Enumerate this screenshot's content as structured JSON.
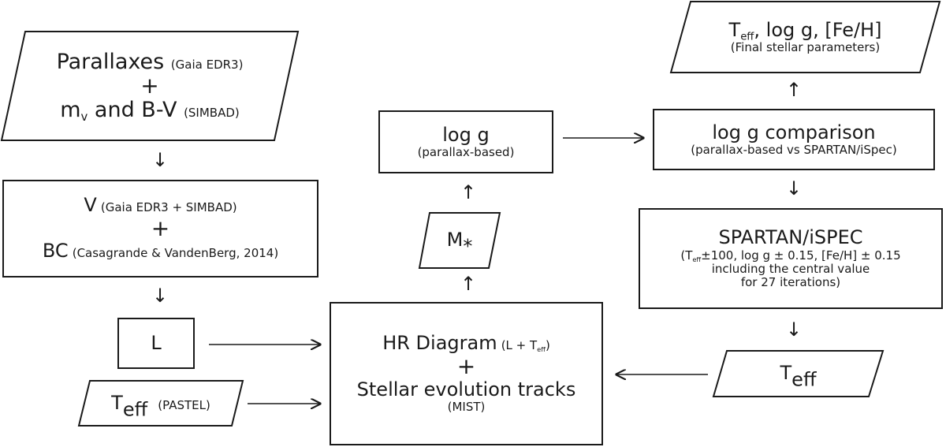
{
  "nodes": {
    "parallaxes": {
      "title": "Parallaxes",
      "source": "(Gaia EDR3)",
      "plus": "+",
      "mv_main": "m",
      "mv_sub": "v",
      "mv_rest": " and B-V",
      "mv_source": "(SIMBAD)"
    },
    "v_bc": {
      "v_label": "V",
      "v_source": "(Gaia EDR3 + SIMBAD)",
      "plus": "+",
      "bc_label": "BC",
      "bc_source": "(Casagrande & VandenBerg, 2014)"
    },
    "luminosity": {
      "label": "L"
    },
    "teff_pastel": {
      "main": "T",
      "sub": "eff",
      "source": "(PASTEL)"
    },
    "hr_diagram": {
      "title": "HR Diagram",
      "paren_open": "(L + T",
      "paren_sub": "eff",
      "paren_close": ")",
      "plus": "+",
      "tracks": "Stellar evolution tracks",
      "tracks_source": "(MIST)"
    },
    "mass": {
      "main": "M",
      "sub": "*"
    },
    "logg_parallax": {
      "title": "log g",
      "note": "(parallax-based)"
    },
    "logg_comparison": {
      "title": "log g comparison",
      "note": "(parallax-based vs SPARTAN/iSpec)"
    },
    "final_params": {
      "t_main": "T",
      "t_sub": "eff",
      "rest": ", log g, [Fe/H]",
      "note": "(Final stellar parameters)"
    },
    "spartan": {
      "title": "SPARTAN/iSPEC",
      "l1_open": "(T",
      "l1_sub": "eff",
      "l1_rest": "±100, log g ± 0.15, [Fe/H] ± 0.15",
      "l2": "including the central value",
      "l3": "for 27 iterations)"
    },
    "teff_out": {
      "main": "T",
      "sub": "eff"
    }
  },
  "arrow_glyphs": {
    "down": "↓",
    "up": "↑"
  }
}
